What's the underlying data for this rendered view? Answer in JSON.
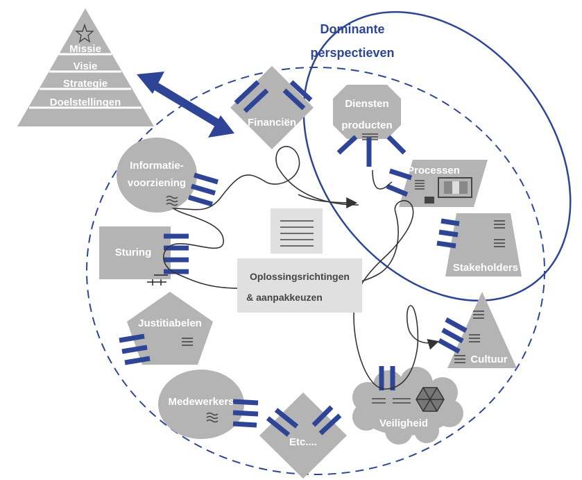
{
  "pyramid": {
    "levels": [
      "Missie",
      "Visie",
      "Strategie",
      "Doelstellingen"
    ]
  },
  "dominant": {
    "line1": "Dominante",
    "line2": "perspectieven"
  },
  "center": {
    "line1": "Oplossingsrichtingen",
    "line2": "& aanpakkeuzen"
  },
  "nodes": {
    "financien": "Financiën",
    "diensten_line1": "Diensten",
    "diensten_line2": "producten",
    "processen": "Processen",
    "stakeholders": "Stakeholders",
    "cultuur": "Cultuur",
    "veiligheid": "Veiligheid",
    "etc": "Etc....",
    "medewerkers": "Medewerkers",
    "justitiabelen": "Justitiabelen",
    "sturing": "Sturing",
    "info_line1": "Informatie-",
    "info_line2": "voorziening"
  },
  "colors": {
    "shape_gray": "#b4b4b4",
    "accent_blue": "#2e4597",
    "center_box": "#e0e0e0"
  }
}
